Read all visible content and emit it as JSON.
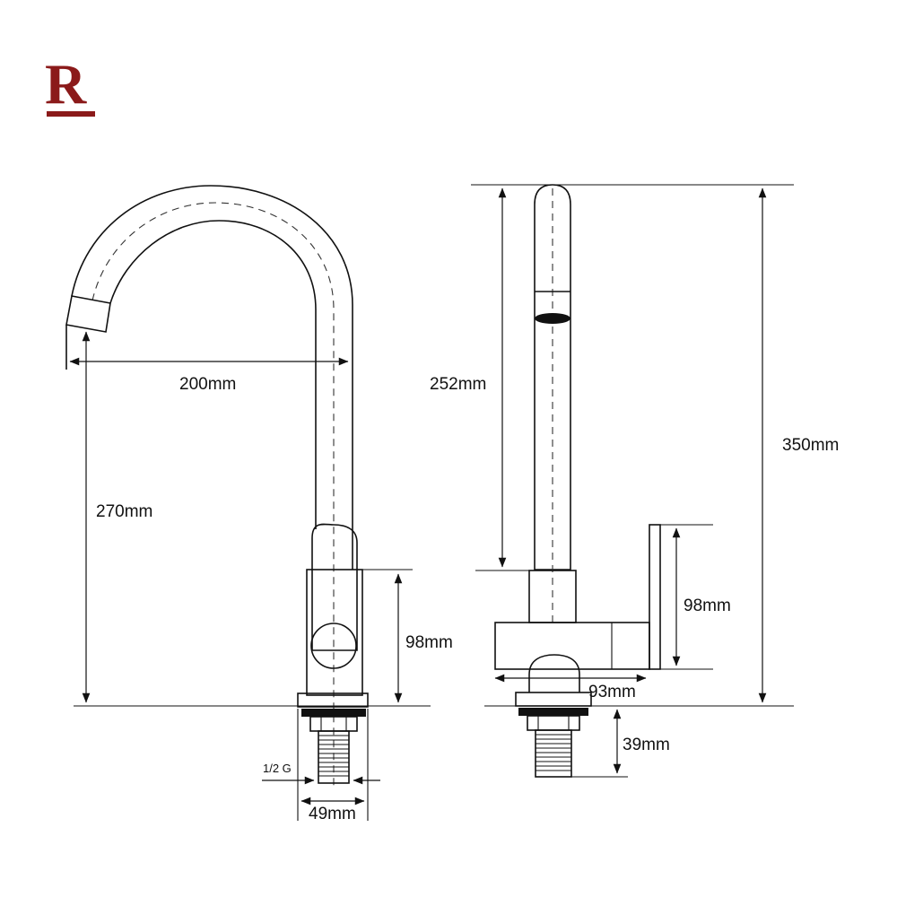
{
  "brand": {
    "logo_letter": "R",
    "color": "#8B1A1A"
  },
  "diagram": {
    "front_view": {
      "spout_reach": "200mm",
      "spout_height": "270mm",
      "body_height": "98mm",
      "thread_size": "1/2 G",
      "base_width": "49mm"
    },
    "side_view": {
      "spout_rise": "252mm",
      "total_height": "350mm",
      "body_height": "98mm",
      "body_depth": "93mm",
      "thread_length": "39mm"
    }
  }
}
